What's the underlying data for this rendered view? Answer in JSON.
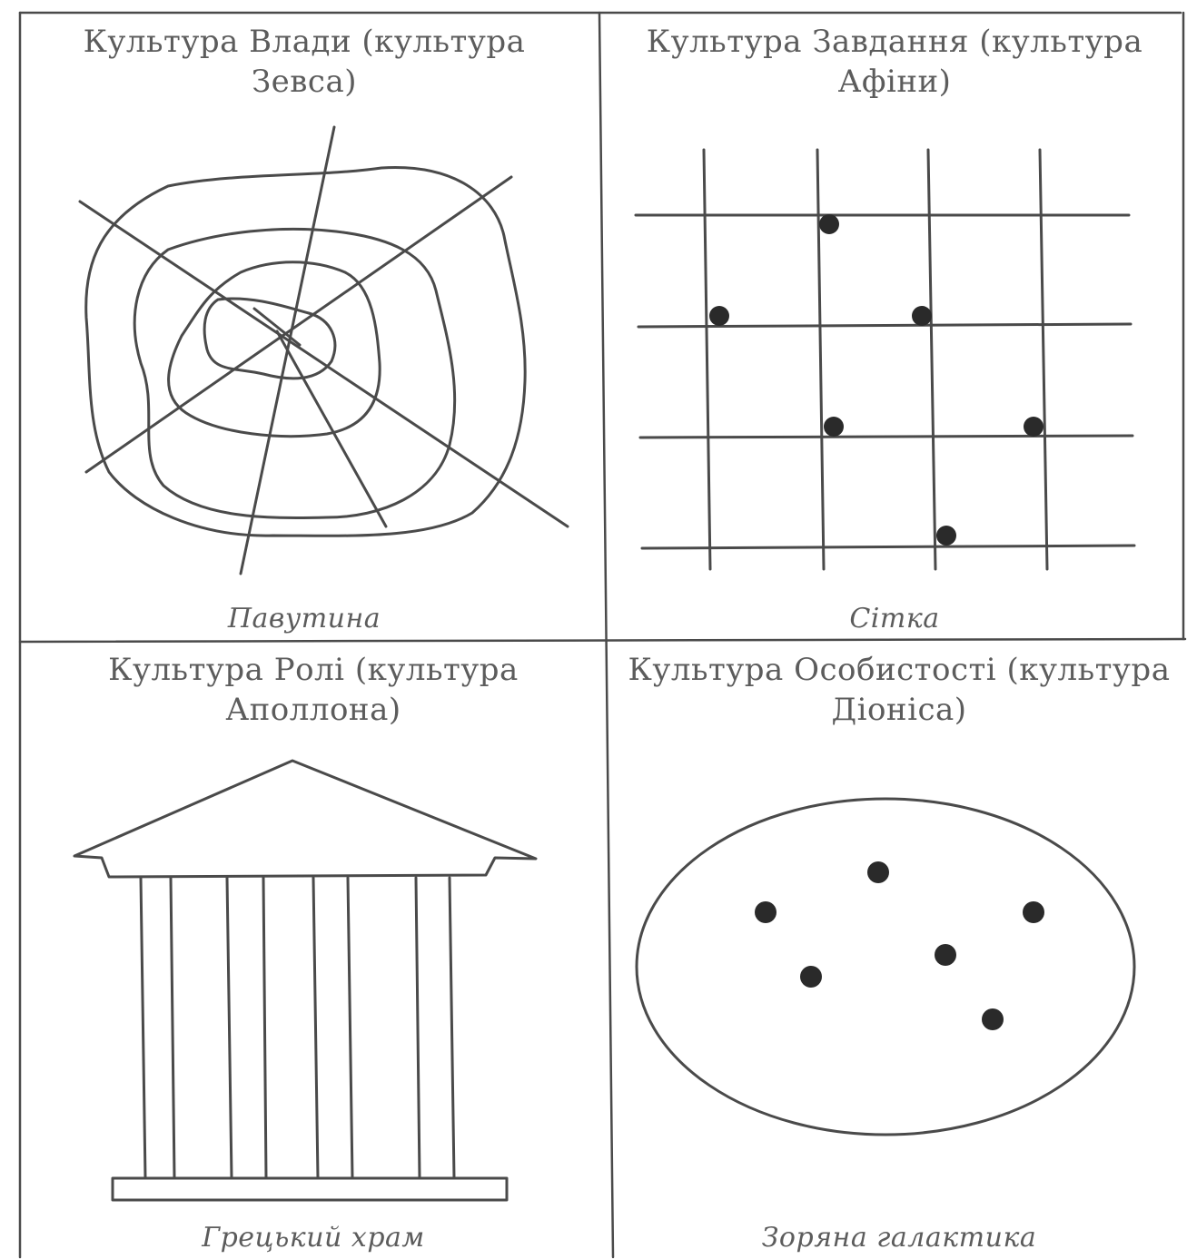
{
  "quadrants": [
    {
      "title_line1": "Культура Влади (культура",
      "title_line2": "Зевса)",
      "caption": "Павутина",
      "symbol": "spider-web"
    },
    {
      "title_line1": "Культура Завдання (культура",
      "title_line2": "Афіни)",
      "caption": "Сітка",
      "symbol": "grid-with-nodes"
    },
    {
      "title_line1": "Культура Ролі (культура",
      "title_line2": "Аполлона)",
      "caption": "Грецький храм",
      "symbol": "greek-temple"
    },
    {
      "title_line1": "Культура Особистості (культура",
      "title_line2": "Діоніса)",
      "caption": "Зоряна галактика",
      "symbol": "star-galaxy"
    }
  ],
  "colors": {
    "ink": "#4a4a4a",
    "text": "#5c5c5c",
    "background": "#ffffff"
  }
}
